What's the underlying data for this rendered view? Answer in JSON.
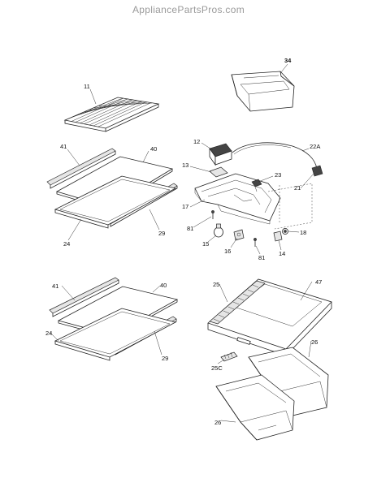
{
  "watermark": "AppliancePartsPros.com",
  "callouts": {
    "p34": "34",
    "p11": "11",
    "p12": "12",
    "p22a": "22A",
    "p41a": "41",
    "p40a": "40",
    "p13": "13",
    "p23": "23",
    "p21": "21",
    "p17": "17",
    "p29a": "29",
    "p24a": "24",
    "p81a": "81",
    "p15": "15",
    "p16": "16",
    "p81b": "81",
    "p18": "18",
    "p14": "14",
    "p41b": "41",
    "p40b": "40",
    "p25": "25",
    "p47": "47",
    "p24b": "24",
    "p29b": "29",
    "p26a": "26",
    "p25c": "25C",
    "p26b": "26"
  }
}
